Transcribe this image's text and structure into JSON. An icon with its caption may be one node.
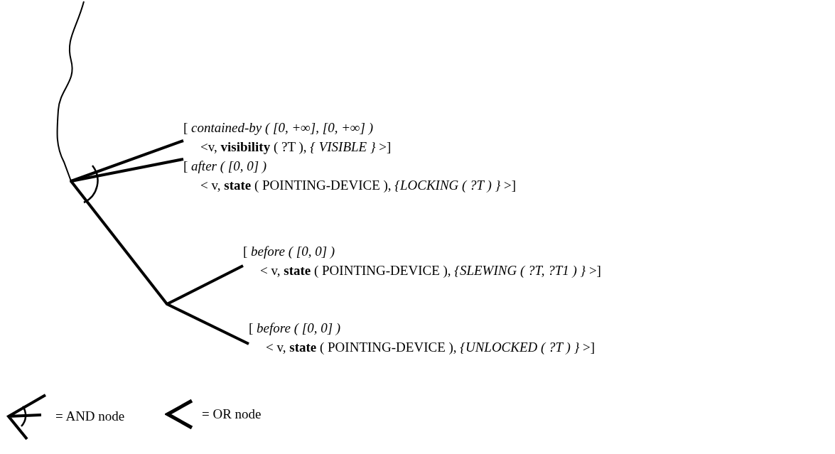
{
  "diagram": {
    "nodes": [
      {
        "text": [
          "[ *contained-by ( [0, +∞], [0, +∞] )*",
          "<v, **visibility** ( ?T ), *{ VISIBLE }* >]"
        ]
      },
      {
        "text": [
          "[ *after ( [0, 0] )*",
          "< v, **state** ( POINTING-DEVICE ), *{LOCKING ( ?T ) }* >]"
        ]
      },
      {
        "text": [],
        "shape": "arc"
      },
      {
        "text": [
          "[ *before ( [0, 0] )*",
          "< v, **state** ( POINTING-DEVICE ), *{SLEWING ( ?T, ?T1 ) }* >]"
        ]
      },
      {
        "text": [],
        "shape": "point"
      },
      {
        "text": [
          "[ *before ( [0, 0] )*",
          "< v, **state** ( POINTING-DEVICE ), *{UNLOCKED ( ?T ) }* >]"
        ]
      }
    ],
    "edges": [
      {
        "from": null,
        "to": 2,
        "arrow": "none"
      },
      {
        "from": 2,
        "to": 0,
        "arrow": "none"
      },
      {
        "from": 2,
        "to": 1,
        "arrow": "none"
      },
      {
        "from": 2,
        "to": 4,
        "arrow": "none"
      },
      {
        "from": 4,
        "to": 3,
        "arrow": "none"
      },
      {
        "from": 4,
        "to": 5,
        "arrow": "none"
      }
    ],
    "legend": [
      {
        "text": "= AND node"
      },
      {
        "text": "= OR node"
      }
    ]
  }
}
